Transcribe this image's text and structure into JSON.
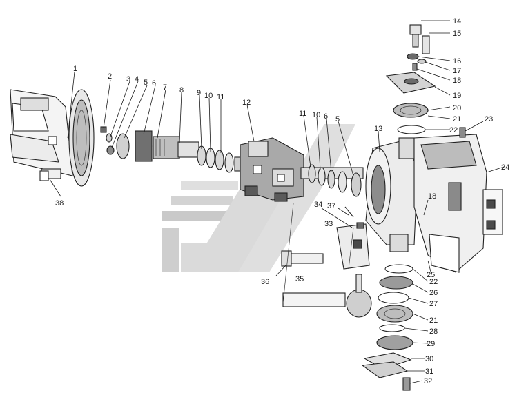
{
  "diagram": {
    "colors": {
      "line": "#222222",
      "shade": "#b9b9b9",
      "dark": "#4a4a4a",
      "watermark_light": "#dcdcdc",
      "watermark_dark": "#c9c9c9"
    },
    "callouts": [
      {
        "id": "c1",
        "text": "1"
      },
      {
        "id": "c2",
        "text": "2"
      },
      {
        "id": "c3",
        "text": "3"
      },
      {
        "id": "c4",
        "text": "4"
      },
      {
        "id": "c5a",
        "text": "5"
      },
      {
        "id": "c6a",
        "text": "6"
      },
      {
        "id": "c7",
        "text": "7"
      },
      {
        "id": "c8",
        "text": "8"
      },
      {
        "id": "c9",
        "text": "9"
      },
      {
        "id": "c10a",
        "text": "10"
      },
      {
        "id": "c11a",
        "text": "11"
      },
      {
        "id": "c12",
        "text": "12"
      },
      {
        "id": "c11b",
        "text": "11"
      },
      {
        "id": "c10b",
        "text": "10"
      },
      {
        "id": "c6b",
        "text": "6"
      },
      {
        "id": "c5b",
        "text": "5"
      },
      {
        "id": "c13",
        "text": "13"
      },
      {
        "id": "c14",
        "text": "14"
      },
      {
        "id": "c15",
        "text": "15"
      },
      {
        "id": "c16",
        "text": "16"
      },
      {
        "id": "c17",
        "text": "17"
      },
      {
        "id": "c18a",
        "text": "18"
      },
      {
        "id": "c19",
        "text": "19"
      },
      {
        "id": "c20",
        "text": "20"
      },
      {
        "id": "c21a",
        "text": "21"
      },
      {
        "id": "c22a",
        "text": "22"
      },
      {
        "id": "c23",
        "text": "23"
      },
      {
        "id": "c24",
        "text": "24"
      },
      {
        "id": "c18b",
        "text": "18"
      },
      {
        "id": "c25",
        "text": "25"
      },
      {
        "id": "c22b",
        "text": "22"
      },
      {
        "id": "c26",
        "text": "26"
      },
      {
        "id": "c27",
        "text": "27"
      },
      {
        "id": "c21b",
        "text": "21"
      },
      {
        "id": "c28",
        "text": "28"
      },
      {
        "id": "c29",
        "text": "29"
      },
      {
        "id": "c30",
        "text": "30"
      },
      {
        "id": "c31",
        "text": "31"
      },
      {
        "id": "c32",
        "text": "32"
      },
      {
        "id": "c34",
        "text": "34"
      },
      {
        "id": "c37",
        "text": "37"
      },
      {
        "id": "c33",
        "text": "33"
      },
      {
        "id": "c36",
        "text": "36"
      },
      {
        "id": "c35",
        "text": "35"
      },
      {
        "id": "c38",
        "text": "38"
      }
    ]
  }
}
